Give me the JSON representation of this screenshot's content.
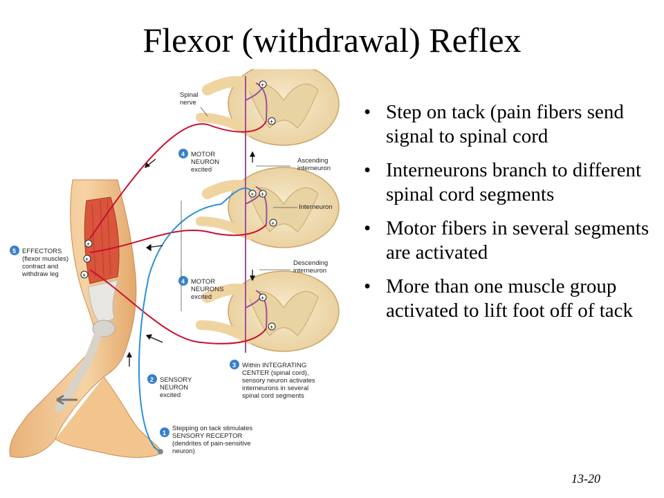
{
  "title": "Flexor (withdrawal) Reflex",
  "bullets": [
    "Step on tack (pain fibers send signal to spinal cord",
    "Interneurons branch to different spinal cord segments",
    "Motor fibers in several segments are activated",
    "More than one muscle group activated to lift foot off of tack"
  ],
  "slide_number": "13-20",
  "diagram": {
    "spinal_nerve_label": [
      "Spinal",
      "nerve"
    ],
    "motor_neuron_top": {
      "number": "4",
      "lines": [
        "MOTOR",
        "NEURON",
        "excited"
      ]
    },
    "ascending_label": [
      "Ascending",
      "interneuron"
    ],
    "interneuron_label": "Interneuron",
    "descending_label": [
      "Descending",
      "interneuron"
    ],
    "effectors": {
      "number": "5",
      "lines": [
        "EFFECTORS",
        "(flexor muscles)",
        "contract and",
        "withdraw leg"
      ]
    },
    "motor_neurons_bottom": {
      "number": "4",
      "lines": [
        "MOTOR",
        "NEURONS",
        "excited"
      ]
    },
    "integrating": {
      "number": "3",
      "lines": [
        "Within INTEGRATING",
        "CENTER (spinal cord),",
        "sensory neuron activates",
        "interneurons in several",
        "spinal cord segments"
      ]
    },
    "sensory": {
      "number": "2",
      "lines": [
        "SENSORY",
        "NEURON",
        "excited"
      ]
    },
    "receptor": {
      "number": "1",
      "lines": [
        "Stepping on tack stimulates",
        "SENSORY RECEPTOR",
        "(dendrites of pain-sensitive",
        "neuron)"
      ]
    },
    "colors": {
      "motor": "#c8102e",
      "sensory": "#2a8fd6",
      "interneuron": "#9b4f9b",
      "cord": "#f3e3c0",
      "gray_matter": "#e8d3a2",
      "badge": "#3a7fc8",
      "skin": "#f2c58e",
      "muscle": "#d9553b"
    }
  }
}
